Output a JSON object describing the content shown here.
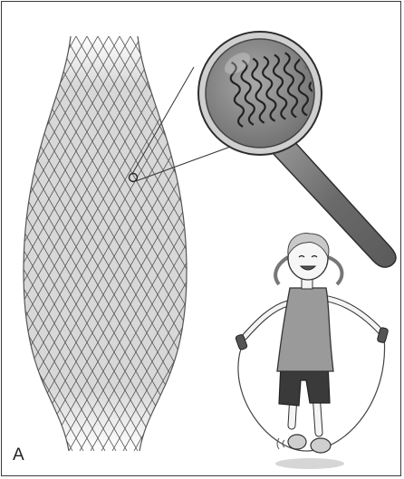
{
  "figure": {
    "panel_label": "A"
  },
  "colors": {
    "tissue_fill": "#d9d9d9",
    "mesh_line": "#555555",
    "lens_fill": "#8a8a8a",
    "handle_fill": "#7a7a7a",
    "outline": "#2e2e2e"
  },
  "icons": {
    "tissue": "elastic-tissue-illustration",
    "magnifier": "magnifying-glass-icon",
    "fibers": "wavy-fibers-icon",
    "girl": "girl-jumping-rope-illustration"
  }
}
